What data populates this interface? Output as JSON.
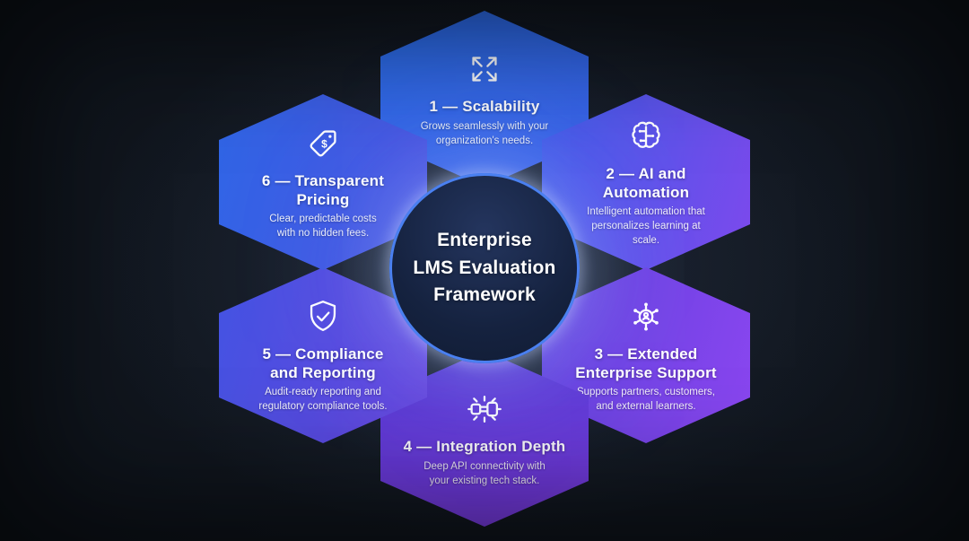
{
  "center": {
    "title": "Enterprise\nLMS Evaluation\nFramework",
    "border_color": "#4a80f0",
    "fill_color": "#15223f"
  },
  "items": [
    {
      "title": "1 — Scalability",
      "description": "Grows seamlessly with your\norganization's needs.",
      "icon": "expand-arrows-icon",
      "gradient_from": "#2b6ee9",
      "gradient_to": "#3c5fe8",
      "gradient_angle": 160
    },
    {
      "title": "2 — AI and\nAutomation",
      "description": "Intelligent automation that\npersonalizes learning at\nscale.",
      "icon": "ai-brain-icon",
      "gradient_from": "#3f5ce9",
      "gradient_to": "#7d49ec",
      "gradient_angle": 105
    },
    {
      "title": "3 — Extended\nEnterprise Support",
      "description": "Supports partners, customers,\nand external learners.",
      "icon": "network-users-icon",
      "gradient_from": "#5e41dc",
      "gradient_to": "#8b46f0",
      "gradient_angle": 105
    },
    {
      "title": "4 — Integration Depth",
      "description": "Deep API connectivity with\nyour existing tech stack.",
      "icon": "plug-connection-icon",
      "gradient_from": "#5038cf",
      "gradient_to": "#7d3ce6",
      "gradient_angle": 170
    },
    {
      "title": "5 — Compliance\nand Reporting",
      "description": "Audit-ready reporting and\nregulatory compliance tools.",
      "icon": "shield-check-icon",
      "gradient_from": "#4353e2",
      "gradient_to": "#6845de",
      "gradient_angle": 105
    },
    {
      "title": "6 — Transparent\nPricing",
      "description": "Clear, predictable costs\nwith no hidden fees.",
      "icon": "price-tag-icon",
      "gradient_from": "#2f66e6",
      "gradient_to": "#4d52e2",
      "gradient_angle": 105
    }
  ]
}
